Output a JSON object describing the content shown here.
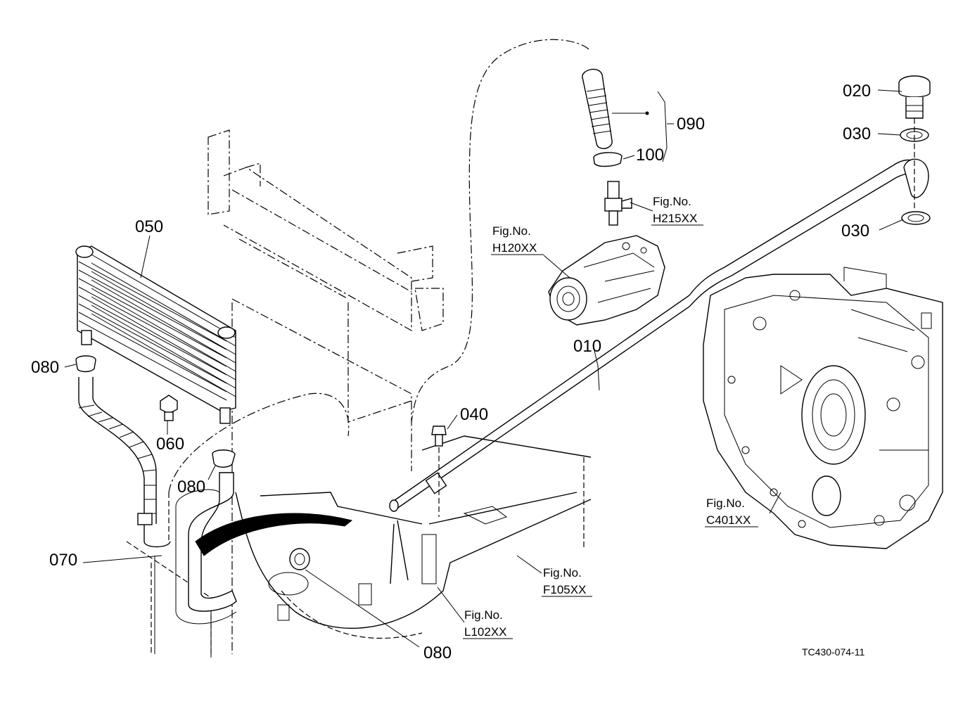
{
  "diagram": {
    "drawing_code": "TC430-074-11",
    "callouts": [
      {
        "id": "010",
        "label": "010"
      },
      {
        "id": "020",
        "label": "020"
      },
      {
        "id": "030a",
        "label": "030"
      },
      {
        "id": "030b",
        "label": "030"
      },
      {
        "id": "040",
        "label": "040"
      },
      {
        "id": "050",
        "label": "050"
      },
      {
        "id": "060",
        "label": "060"
      },
      {
        "id": "070",
        "label": "070"
      },
      {
        "id": "080a",
        "label": "080"
      },
      {
        "id": "080b",
        "label": "080"
      },
      {
        "id": "080c",
        "label": "080"
      },
      {
        "id": "090",
        "label": "090"
      },
      {
        "id": "100",
        "label": "100"
      }
    ],
    "figure_refs": [
      {
        "id": "h215",
        "prefix": "Fig.No.",
        "code": "H215XX"
      },
      {
        "id": "h120",
        "prefix": "Fig.No.",
        "code": "H120XX"
      },
      {
        "id": "c401",
        "prefix": "Fig.No.",
        "code": "C401XX"
      },
      {
        "id": "f105",
        "prefix": "Fig.No.",
        "code": "F105XX"
      },
      {
        "id": "l102",
        "prefix": "Fig.No.",
        "code": "L102XX"
      }
    ]
  }
}
